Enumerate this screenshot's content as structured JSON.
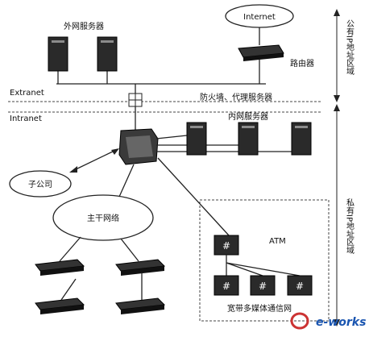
{
  "labels": {
    "internet": "Internet",
    "extranet_servers": "外网服务器",
    "router": "路由器",
    "extranet": "Extranet",
    "firewall_proxy": "防火墙、代理服务器",
    "intranet": "Intranet",
    "intranet_servers": "内网服务器",
    "subsidiary": "子公司",
    "backbone": "主干网络",
    "atm": "ATM",
    "broadband": "宽带多媒体通信网",
    "public_zone": "公有IP地址区域",
    "private_zone": "私有IP地址区域",
    "watermark": "e-works"
  }
}
